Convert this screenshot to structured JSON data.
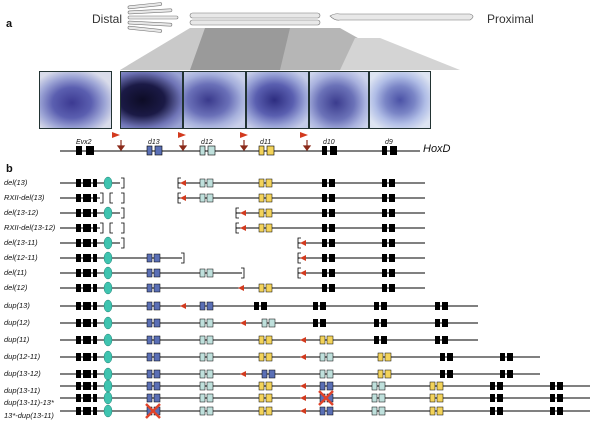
{
  "panel_a": {
    "letter": "a",
    "distal_label": "Distal",
    "proximal_label": "Proximal",
    "genes": [
      "Evx2",
      "d13",
      "d12",
      "d11",
      "d10",
      "d9"
    ],
    "cluster_label": "HoxD"
  },
  "panel_b": {
    "letter": "b",
    "deletion_rows": [
      "del(13)",
      "RXII-del(13)",
      "del(13-12)",
      "RXII-del(13-12)",
      "del(13-11)",
      "del(12-11)",
      "del(11)",
      "del(12)"
    ],
    "duplication_rows": [
      "dup(13)",
      "dup(12)",
      "dup(11)",
      "dup(12-11)",
      "dup(13-12)",
      "dup(13-11)",
      "dup(13-11)-13*",
      "13*-dup(13-11)"
    ]
  },
  "colors": {
    "d13": "#5a6fb5",
    "d12": "#bfe0dc",
    "d11": "#f3d35a",
    "black_gene": "#000000",
    "ellipse": "#3fc4b0",
    "arrow": "#d23a1e",
    "cross": "#e0432a"
  }
}
